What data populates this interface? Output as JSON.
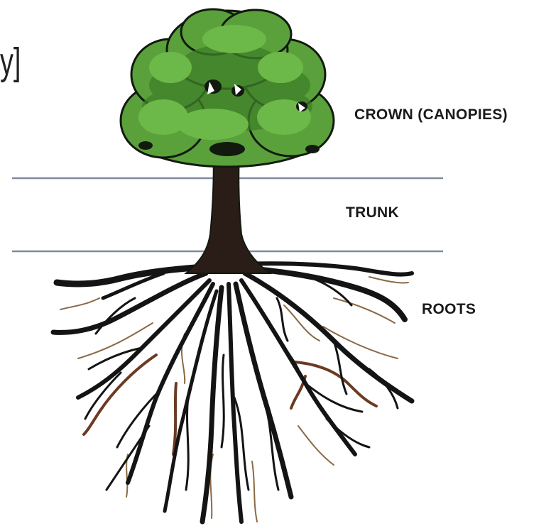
{
  "corner_text": "y]",
  "labels": {
    "crown": "CROWN (CANOPIES)",
    "trunk": "TRUNK",
    "roots": "ROOTS"
  },
  "colors": {
    "leaf": "#5aa13b",
    "leaf_dark": "#3f7f28",
    "outline": "#121a10",
    "trunk": "#2a1c16",
    "root_dark": "#141414",
    "root_brown": "#6b3a22",
    "root_tan": "#8a6a45",
    "divider": "#7b8d9e"
  }
}
